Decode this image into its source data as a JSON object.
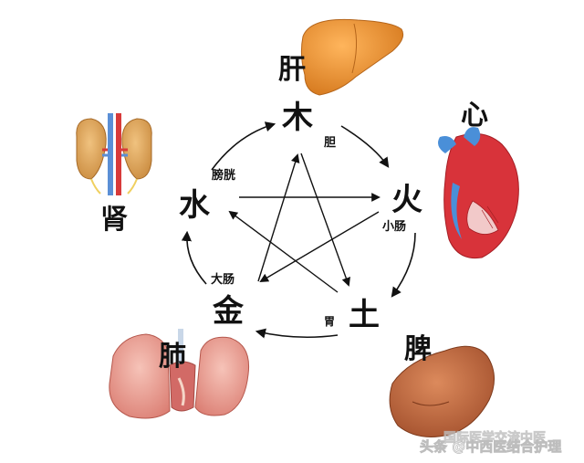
{
  "elements": {
    "wood": "木",
    "fire": "火",
    "earth": "土",
    "metal": "金",
    "water": "水"
  },
  "organs": {
    "liver": "肝",
    "heart": "心",
    "spleen": "脾",
    "lung": "肺",
    "kidney": "肾"
  },
  "fu_organs": {
    "gallbladder": "胆",
    "small_intestine": "小肠",
    "stomach": "胃",
    "large_intestine": "大肠",
    "bladder": "膀胱"
  },
  "watermark": {
    "line1": "国际医学交流中医",
    "line2": "头条 @中西医结合护理"
  },
  "colors": {
    "liver": "#e8902e",
    "heart_red": "#d8333a",
    "heart_blue": "#4a8fd8",
    "spleen": "#c0683f",
    "lung": "#e7a49a",
    "kidney": "#d9a15a",
    "vein_blue": "#5b8fd6",
    "artery_red": "#d83a3a"
  },
  "icons": [
    "liver-illustration",
    "heart-illustration",
    "spleen-illustration",
    "lung-illustration",
    "kidney-illustration"
  ]
}
